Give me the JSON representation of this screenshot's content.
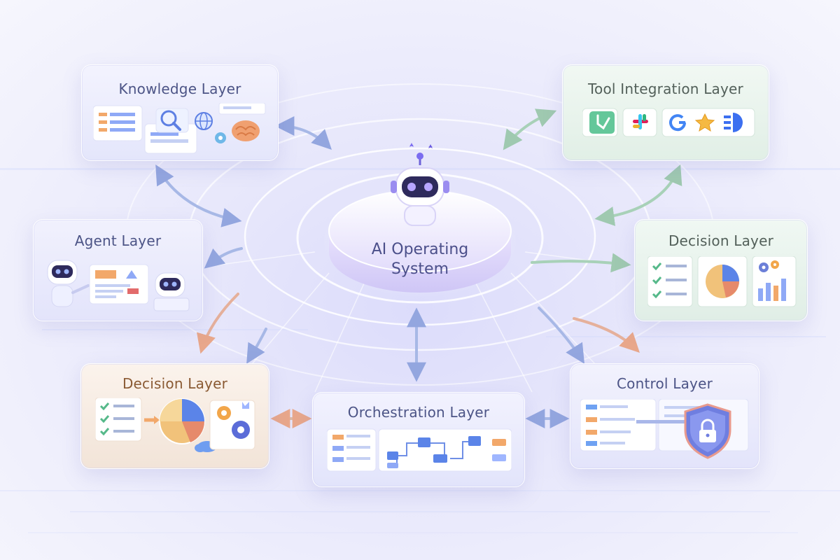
{
  "center": {
    "line1": "AI Operating",
    "line2": "System"
  },
  "layers": {
    "knowledge": "Knowledge Layer",
    "tool": "Tool Integration Layer",
    "agent": "Agent Layer",
    "decision_right": "Decision Layer",
    "decision_left": "Decision Layer",
    "orchestration": "Orchestration Layer",
    "control": "Control Layer"
  },
  "colors": {
    "accent_purple": "#7b6cf0",
    "panel_blue": "#8fa9f6",
    "orange": "#f2a86a",
    "green": "#63c08e",
    "text_title": "#4c5486"
  },
  "icons": {
    "robot": "robot-icon",
    "search": "magnifier-icon",
    "globe": "globe-icon",
    "brain": "brain-icon",
    "gear": "gear-icon",
    "lock": "lock-icon",
    "shield": "shield-icon",
    "pie": "pie-chart-icon",
    "bars": "bar-chart-icon"
  }
}
